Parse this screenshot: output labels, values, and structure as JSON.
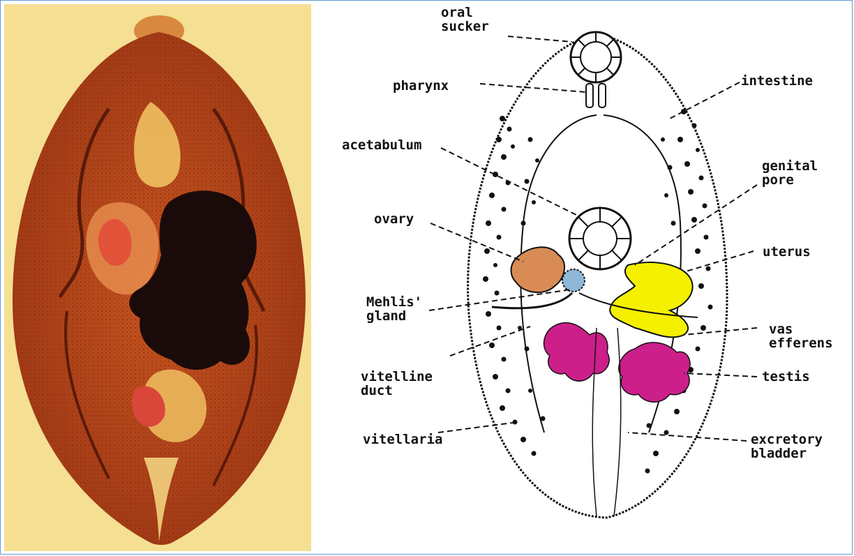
{
  "colors": {
    "frame_border": "#5b9bd5",
    "photo_background": "#f5df92",
    "photo_body": "#b5441a",
    "photo_dark_organs": "#1a0b0a",
    "ovary_fill": "#d98b55",
    "mehlis_gland_fill": "#8fb8d8",
    "uterus_fill": "#f5f000",
    "testis_fill": "#cc1f8a",
    "outline": "#111111"
  },
  "labels": {
    "oral_sucker": "oral\nsucker",
    "pharynx": "pharynx",
    "intestine": "intestine",
    "acetabulum": "acetabulum",
    "genital_pore": "genital\npore",
    "ovary": "ovary",
    "uterus": "uterus",
    "mehlis_gland": "Mehlis'\ngland",
    "vas_efferens": "vas\nefferens",
    "vitelline_duct": "vitelline\nduct",
    "testis": "testis",
    "vitellaria": "vitellaria",
    "excretory_bladder": "excretory\nbladder"
  }
}
